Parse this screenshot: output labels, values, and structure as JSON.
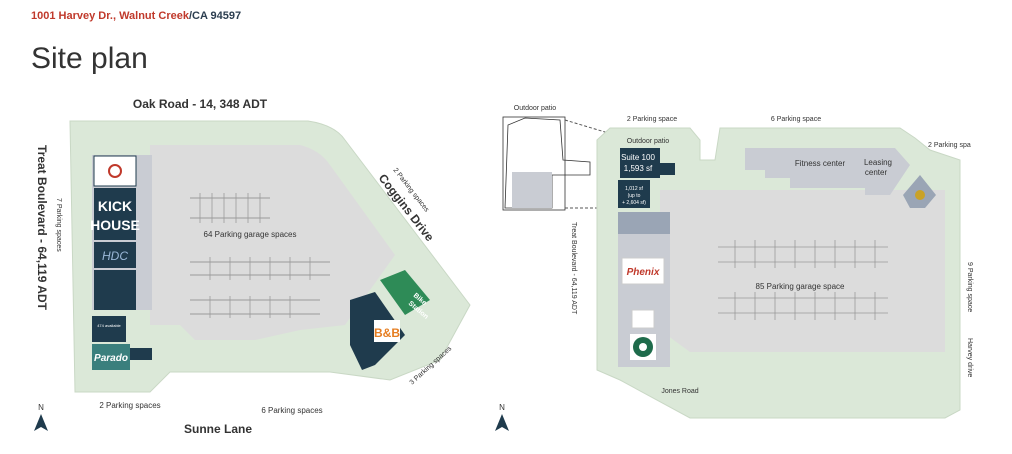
{
  "header": {
    "address_red": "1001 Harvey Dr., Walnut Creek",
    "address_dark": "/CA 94597"
  },
  "page_title": "Site plan",
  "colors": {
    "grass": "#dbe8d8",
    "pavement": "#dcdcdc",
    "building": "#c9ccd3",
    "dark_tenant": "#1f3b4d",
    "tenant_green": "#2e8b57",
    "text": "#333333"
  },
  "left_plan": {
    "road_top": "Oak Road - 14, 348 ADT",
    "road_left": "Treat Boulevard - 64,119 ADT",
    "road_right": "Coggins Drive",
    "road_bottom": "Sunne Lane",
    "parking_left": "7 Parking spaces",
    "parking_top_right": "2 Parking spaces",
    "parking_center": "64 Parking garage spaces",
    "parking_bottom_right": "3 Parking spaces",
    "parking_bottom_left": "2 Parking spaces",
    "parking_bottom_mid": "6 Parking spaces",
    "tenants": {
      "kick": "KICK",
      "house": "HOUSE",
      "bike": "Bike",
      "station": "Station",
      "bb": "B&B",
      "parado": "Parado",
      "available": "474 available"
    },
    "north": "N"
  },
  "right_plan": {
    "outdoor_patio_top": "Outdoor patio",
    "outdoor_patio": "Outdoor patio",
    "parking_top_left": "2 Parking space",
    "parking_top_mid": "6 Parking space",
    "parking_top_right": "2 Parking spa",
    "suite_title": "Suite 100",
    "suite_size": "1,593 sf",
    "suite_small_1": "1,012 sf",
    "suite_small_2": "(up to",
    "suite_small_3": "+ 2,604 sf)",
    "fitness": "Fitness center",
    "leasing_1": "Leasing",
    "leasing_2": "center",
    "parking_center": "85 Parking  garage space",
    "road_left": "Treat Boulevard - 64,119 ADT",
    "road_bottom": "Jones Road",
    "road_right": "Harvey drive",
    "parking_right": "9 Parking space",
    "tenants": {
      "phenix": "Phenix"
    },
    "north": "N"
  }
}
